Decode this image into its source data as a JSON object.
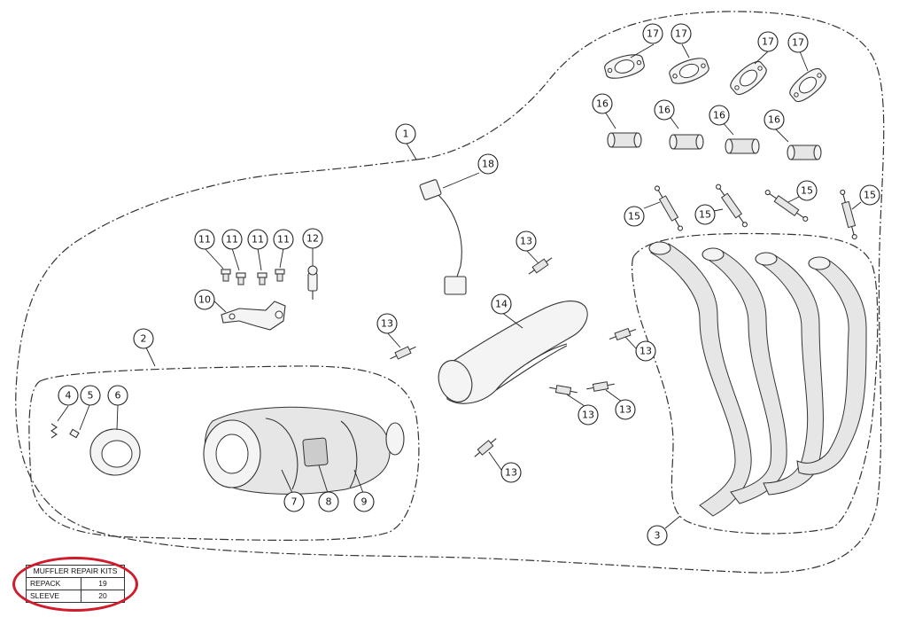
{
  "callouts": {
    "c1": "1",
    "c2": "2",
    "c3": "3",
    "c4": "4",
    "c5": "5",
    "c6": "6",
    "c7": "7",
    "c8": "8",
    "c9": "9",
    "c10": "10",
    "c11a": "11",
    "c11b": "11",
    "c11c": "11",
    "c11d": "11",
    "c12": "12",
    "c13a": "13",
    "c13b": "13",
    "c13c": "13",
    "c13d": "13",
    "c13e": "13",
    "c13f": "13",
    "c14": "14",
    "c15a": "15",
    "c15b": "15",
    "c15c": "15",
    "c15d": "15",
    "c16a": "16",
    "c16b": "16",
    "c16c": "16",
    "c16d": "16",
    "c17a": "17",
    "c17b": "17",
    "c17c": "17",
    "c17d": "17",
    "c18": "18"
  },
  "repair_table": {
    "title": "MUFFLER REPAIR KITS",
    "rows": [
      {
        "name": "REPACK",
        "number": "19"
      },
      {
        "name": "SLEEVE",
        "number": "20"
      }
    ]
  },
  "colors": {
    "highlight": "#d11a2a",
    "ink": "#333333"
  }
}
